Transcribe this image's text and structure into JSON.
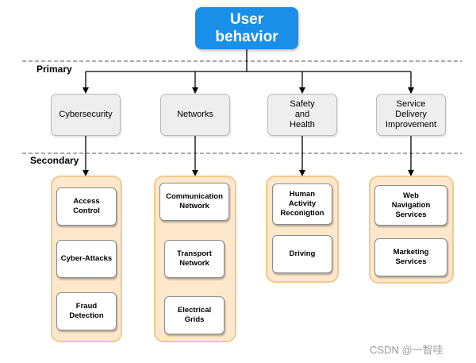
{
  "root": {
    "label": "User\nbehavior"
  },
  "tiers": {
    "primary": "Primary",
    "secondary": "Secondary"
  },
  "categories": [
    {
      "label": "Cybersecurity",
      "items": [
        "Access\nControl",
        "Cyber-Attacks",
        "Fraud\nDetection"
      ]
    },
    {
      "label": "Networks",
      "items": [
        "Communication\nNetwork",
        "Transport\nNetwork",
        "Electrical\nGrids"
      ]
    },
    {
      "label": "Safety\nand\nHealth",
      "items": [
        "Human\nActivity\nReconigtion",
        "Driving"
      ]
    },
    {
      "label": "Service\nDelivery\nImprovement",
      "items": [
        "Web\nNavigation\nServices",
        "Marketing\nServices"
      ]
    }
  ],
  "colors": {
    "root_fill": "#1a8fe8",
    "category_fill": "#eeeeee",
    "group_fill": "#fde8cc",
    "group_border": "#f5c88c"
  },
  "watermark": "CSDN @一智哇"
}
